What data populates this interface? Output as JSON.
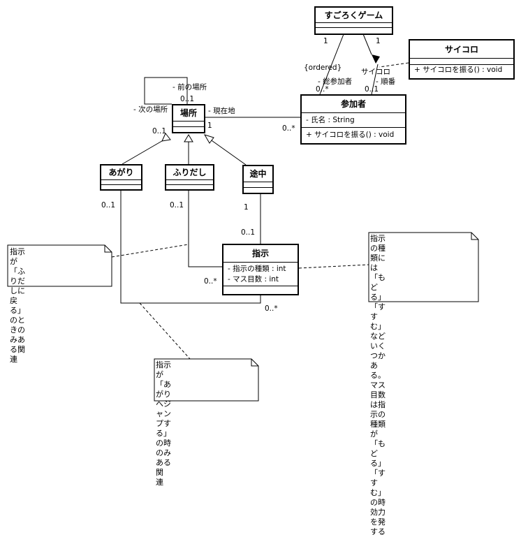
{
  "classes": {
    "game": {
      "name": "すごろくゲーム"
    },
    "dice": {
      "name": "サイコロ",
      "ops": [
        "+ サイコロを振る() : void"
      ]
    },
    "player": {
      "name": "参加者",
      "attrs": [
        "- 氏名 : String"
      ],
      "ops": [
        "+ サイコロを振る() : void"
      ]
    },
    "place": {
      "name": "場所"
    },
    "goal": {
      "name": "あがり"
    },
    "start": {
      "name": "ふりだし"
    },
    "midway": {
      "name": "途中"
    },
    "instruction": {
      "name": "指示",
      "attrs": [
        "- 指示の種類 : int",
        "- マス目数 : int"
      ]
    }
  },
  "labels": {
    "game_left_mult": "1",
    "game_right_mult": "1",
    "ordered": "{ordered}",
    "all_players": "- 総参加者",
    "all_players_mult": "0..*",
    "dice_role": "サイコロ",
    "turn_order": "- 順番",
    "turn_mult": "0..1",
    "prev_place": "- 前の場所",
    "prev_mult": "0..1",
    "next_place": "- 次の場所",
    "current_place": "- 現在地",
    "place_mult_1": "1",
    "place_mult_0_1": "0..1",
    "player_place_mult": "0..*",
    "goal_mult": "0..1",
    "start_mult": "0..1",
    "midway_mult": "1",
    "instr_top_mult": "0..1",
    "instr_left_mult": "0..*",
    "instr_bottom_mult": "0..*"
  },
  "notes": {
    "start_note": "指示が「ふりだしに戻\nる」のときのみある関連",
    "kind_note": "指示の種類には「もど\nる」「すすむ」などいく\nつかある。マス目数は指\n示の種類が「もどる」\n「すすむ」の時効力を発\nする",
    "goal_note": "指示が「あがりへジャン\nプする」の時のみある関\n連"
  }
}
